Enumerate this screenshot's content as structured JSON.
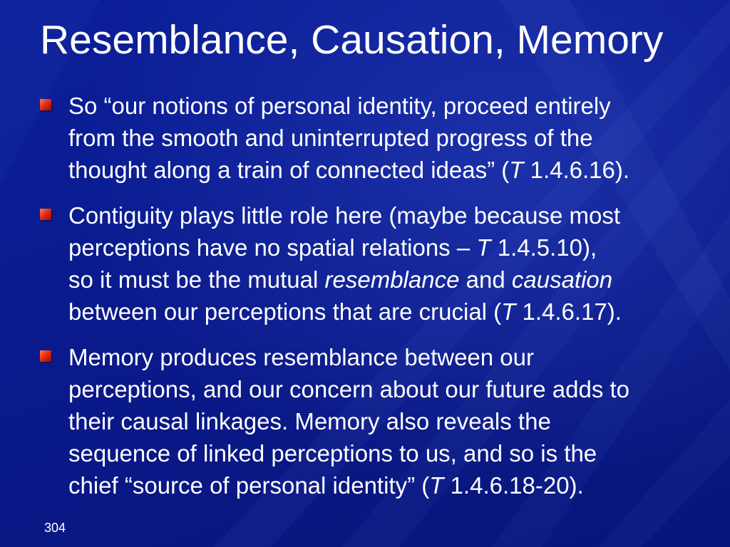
{
  "slide": {
    "title": "Resemblance, Causation, Memory",
    "bullets": [
      {
        "lines": [
          [
            {
              "t": "So “our notions of personal identity, proceed entirely"
            }
          ],
          [
            {
              "t": "from the smooth and uninterrupted progress of the"
            }
          ],
          [
            {
              "t": "thought along a train of connected ideas” ("
            },
            {
              "t": "T",
              "i": true
            },
            {
              "t": " 1.4.6.16)."
            }
          ]
        ]
      },
      {
        "lines": [
          [
            {
              "t": "Contiguity plays little role here (maybe because most"
            }
          ],
          [
            {
              "t": "perceptions have no spatial relations – "
            },
            {
              "t": "T",
              "i": true
            },
            {
              "t": " 1.4.5.10),"
            }
          ],
          [
            {
              "t": "so it must be the mutual "
            },
            {
              "t": "resemblance",
              "i": true
            },
            {
              "t": " and "
            },
            {
              "t": "causation",
              "i": true
            }
          ],
          [
            {
              "t": "between our perceptions that are crucial ("
            },
            {
              "t": "T",
              "i": true
            },
            {
              "t": " 1.4.6.17)."
            }
          ]
        ]
      },
      {
        "lines": [
          [
            {
              "t": "Memory produces resemblance between our"
            }
          ],
          [
            {
              "t": "perceptions, and our concern about our future adds to"
            }
          ],
          [
            {
              "t": "their causal linkages.  Memory also reveals the"
            }
          ],
          [
            {
              "t": "sequence of linked perceptions to us, and so is the"
            }
          ],
          [
            {
              "t": "chief “source of personal identity” ("
            },
            {
              "t": "T",
              "i": true
            },
            {
              "t": " 1.4.6.18-20)."
            }
          ]
        ]
      }
    ],
    "page_number": "304"
  },
  "colors": {
    "background": "#0a1a8c",
    "text": "#ffffff",
    "bullet": "#e02a10"
  },
  "icons": {
    "bullet": "square-bullet-icon"
  }
}
